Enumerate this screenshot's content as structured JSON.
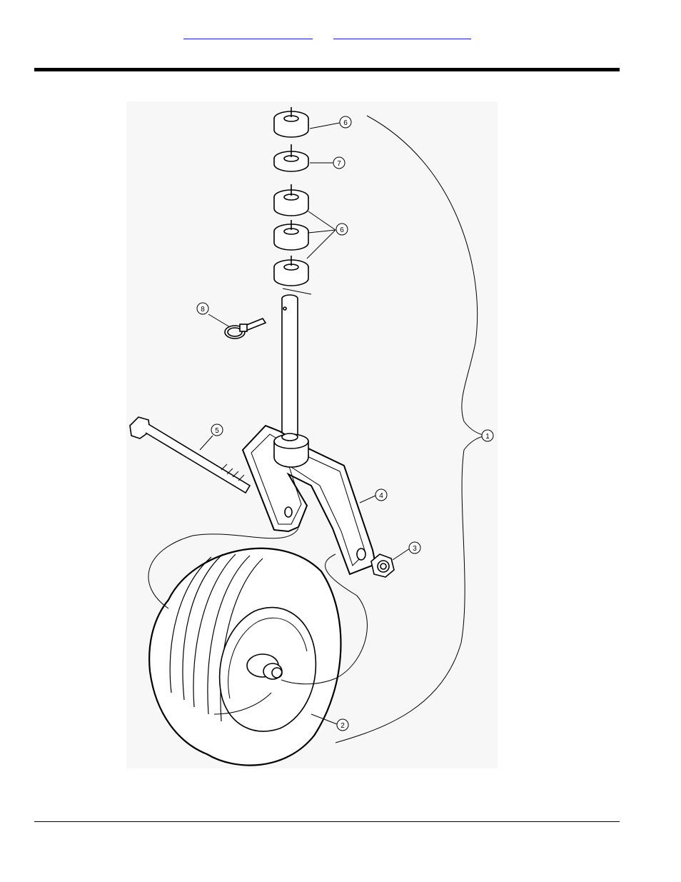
{
  "header": {
    "link_left": "",
    "link_right": ""
  },
  "diagram": {
    "callouts": [
      {
        "id": "c1",
        "label": "1"
      },
      {
        "id": "c2",
        "label": "2"
      },
      {
        "id": "c3",
        "label": "3"
      },
      {
        "id": "c4",
        "label": "4"
      },
      {
        "id": "c5",
        "label": "5"
      },
      {
        "id": "c6a",
        "label": "6"
      },
      {
        "id": "c6b",
        "label": "6"
      },
      {
        "id": "c7",
        "label": "7"
      },
      {
        "id": "c8",
        "label": "8"
      }
    ]
  },
  "colors": {
    "link": "#1a1aee",
    "ink": "#000000",
    "paper_bg": "#f7f7f7"
  }
}
